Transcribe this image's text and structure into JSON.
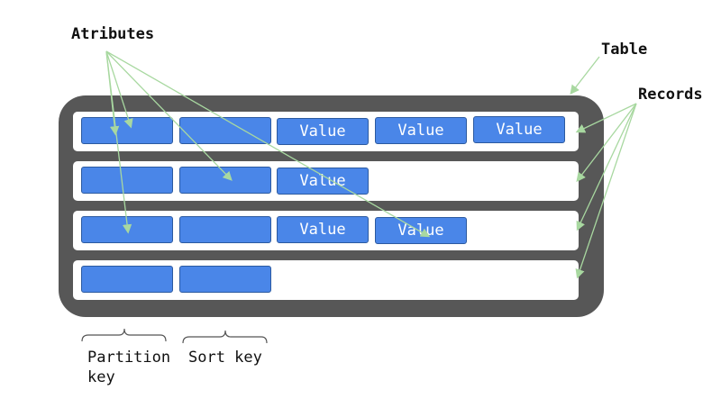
{
  "labels": {
    "attributes": "Atributes",
    "table": "Table",
    "records": "Records",
    "partition_key": "Partition\nkey",
    "sort_key": "Sort key"
  },
  "cells": {
    "value": "Value"
  },
  "colors": {
    "table_bg": "#575757",
    "record_bg": "#ffffff",
    "cell_fill": "#4a86e8",
    "cell_border": "#2c5aa0",
    "arrow": "#a8d8a0"
  }
}
